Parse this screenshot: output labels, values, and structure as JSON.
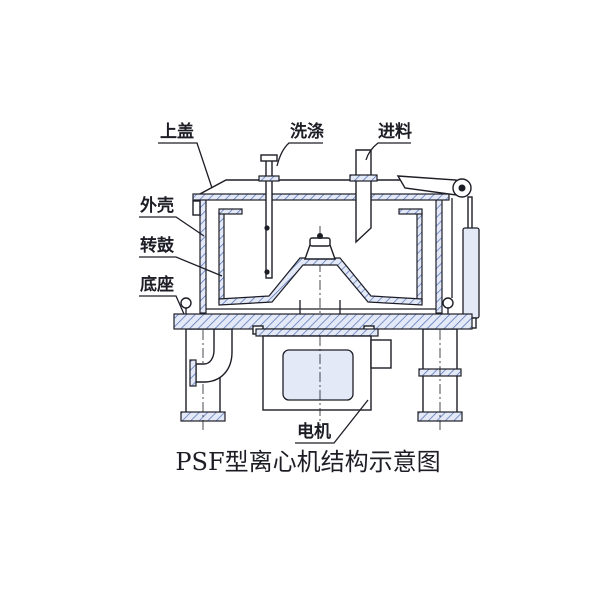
{
  "title": "PSF型离心机结构示意图",
  "labels": {
    "top_cover": "上盖",
    "washing": "洗涤",
    "feed": "进料",
    "outer_shell": "外壳",
    "drum": "转鼓",
    "base": "底座",
    "motor": "电机"
  },
  "colors": {
    "line": "#1d1d26",
    "hatch": "#5874b8",
    "fill": "#e3e9f7"
  }
}
